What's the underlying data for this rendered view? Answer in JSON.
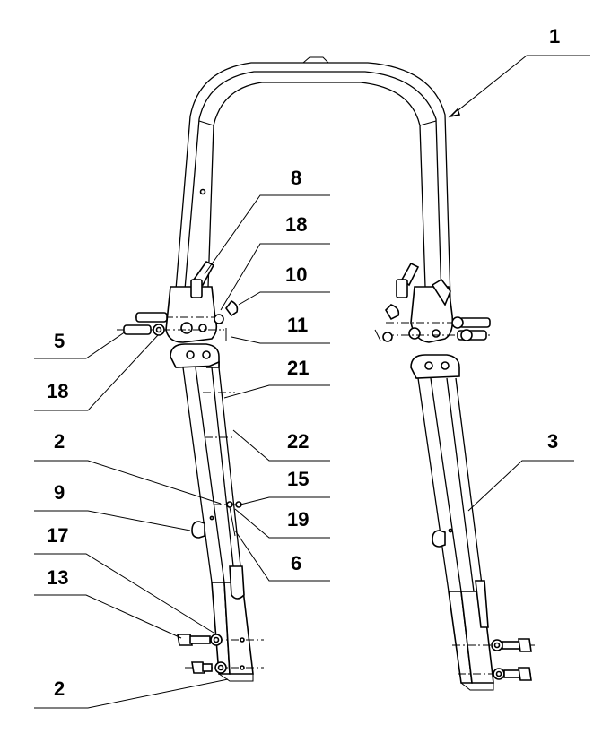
{
  "diagram": {
    "callouts": [
      {
        "id": "c1",
        "label": "1"
      },
      {
        "id": "c8",
        "label": "8"
      },
      {
        "id": "c18a",
        "label": "18"
      },
      {
        "id": "c10",
        "label": "10"
      },
      {
        "id": "c5",
        "label": "5"
      },
      {
        "id": "c11",
        "label": "11"
      },
      {
        "id": "c18b",
        "label": "18"
      },
      {
        "id": "c21",
        "label": "21"
      },
      {
        "id": "c2a",
        "label": "2"
      },
      {
        "id": "c22",
        "label": "22"
      },
      {
        "id": "c3",
        "label": "3"
      },
      {
        "id": "c15",
        "label": "15"
      },
      {
        "id": "c9",
        "label": "9"
      },
      {
        "id": "c19",
        "label": "19"
      },
      {
        "id": "c17",
        "label": "17"
      },
      {
        "id": "c6",
        "label": "6"
      },
      {
        "id": "c13",
        "label": "13"
      },
      {
        "id": "c2b",
        "label": "2"
      }
    ]
  }
}
